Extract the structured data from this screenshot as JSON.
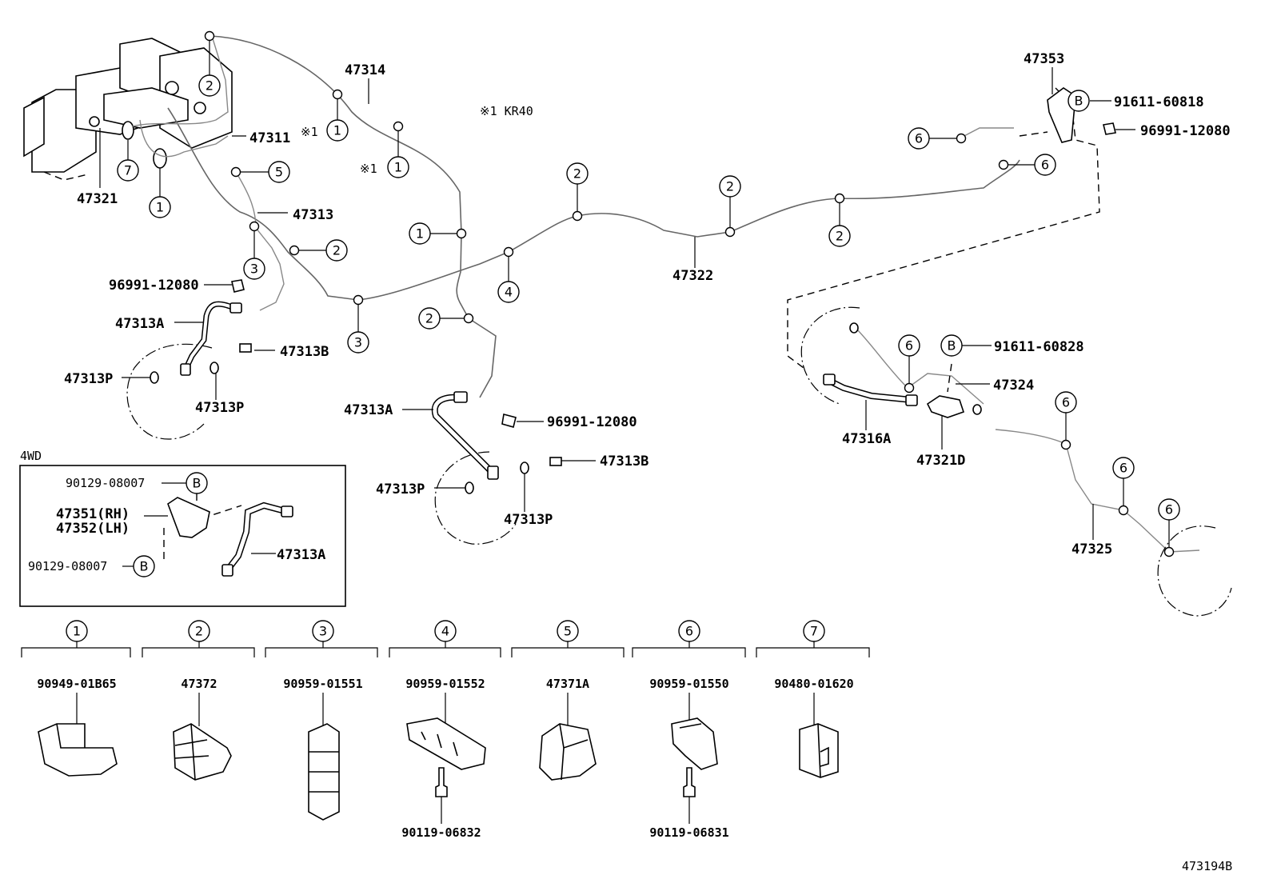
{
  "note": "※1 KR40",
  "ref_mark": "※1",
  "drawing_id": "473194B",
  "labels": {
    "p47314": "47314",
    "p47311": "47311",
    "p47321": "47321",
    "p47313": "47313",
    "p47313A_1": "47313A",
    "p47313A_2": "47313A",
    "p47313A_3": "47313A",
    "p47313B_1": "47313B",
    "p47313B_2": "47313B",
    "p47313P_1": "47313P",
    "p47313P_2": "47313P",
    "p47313P_3": "47313P",
    "p47313P_4": "47313P",
    "p96991_1": "96991-12080",
    "p96991_2": "96991-12080",
    "p96991_3": "96991-12080",
    "p47322": "47322",
    "p47353": "47353",
    "p91611_60818": "91611-60818",
    "p91611_60828": "91611-60828",
    "p47324": "47324",
    "p47316A": "47316A",
    "p47321D": "47321D",
    "p47325": "47325"
  },
  "fwd_box": {
    "title": "4WD",
    "bolt_top": "90129-08007",
    "bolt_bottom": "90129-08007",
    "rh": "47351(RH)",
    "lh": "47352(LH)",
    "hose": "47313A",
    "b_mark": "B"
  },
  "b_mark": "B",
  "clamps": [
    {
      "num": "1",
      "part": "90949-01B65",
      "bolt": ""
    },
    {
      "num": "2",
      "part": "47372",
      "bolt": ""
    },
    {
      "num": "3",
      "part": "90959-01551",
      "bolt": ""
    },
    {
      "num": "4",
      "part": "90959-01552",
      "bolt": "90119-06832"
    },
    {
      "num": "5",
      "part": "47371A",
      "bolt": ""
    },
    {
      "num": "6",
      "part": "90959-01550",
      "bolt": "90119-06831"
    },
    {
      "num": "7",
      "part": "90480-01620",
      "bolt": ""
    }
  ],
  "callouts": [
    "1",
    "2",
    "3",
    "4",
    "5",
    "6",
    "7"
  ]
}
